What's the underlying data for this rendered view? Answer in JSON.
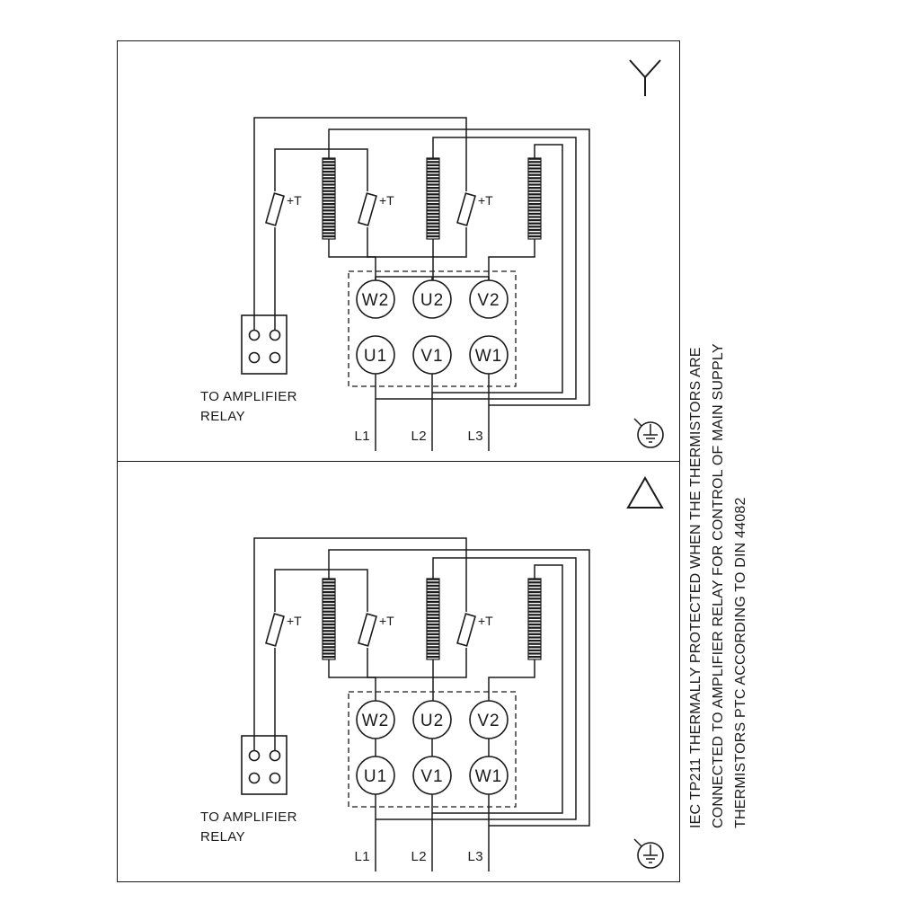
{
  "side_note": {
    "line1": "IEC TP211 THERMALLY PROTECTED WHEN THE THERMISTORS ARE",
    "line2": "CONNECTED TO AMPLIFIER RELAY FOR CONTROL OF MAIN SUPPLY",
    "line3": "THERMISTORS PTC ACCORDING TO DIN 44082"
  },
  "star_panel": {
    "connection_type": "star",
    "terminals": {
      "w2": "W2",
      "u2": "U2",
      "v2": "V2",
      "u1": "U1",
      "v1": "V1",
      "w1": "W1"
    },
    "thermistor_label": "+T",
    "relay_note_line1": "TO AMPLIFIER",
    "relay_note_line2": "RELAY",
    "supply_l1": "L1",
    "supply_l2": "L2",
    "supply_l3": "L3"
  },
  "delta_panel": {
    "connection_type": "delta",
    "terminals": {
      "w2": "W2",
      "u2": "U2",
      "v2": "V2",
      "u1": "U1",
      "v1": "V1",
      "w1": "W1"
    },
    "thermistor_label": "+T",
    "relay_note_line1": "TO AMPLIFIER",
    "relay_note_line2": "RELAY",
    "supply_l1": "L1",
    "supply_l2": "L2",
    "supply_l3": "L3"
  }
}
